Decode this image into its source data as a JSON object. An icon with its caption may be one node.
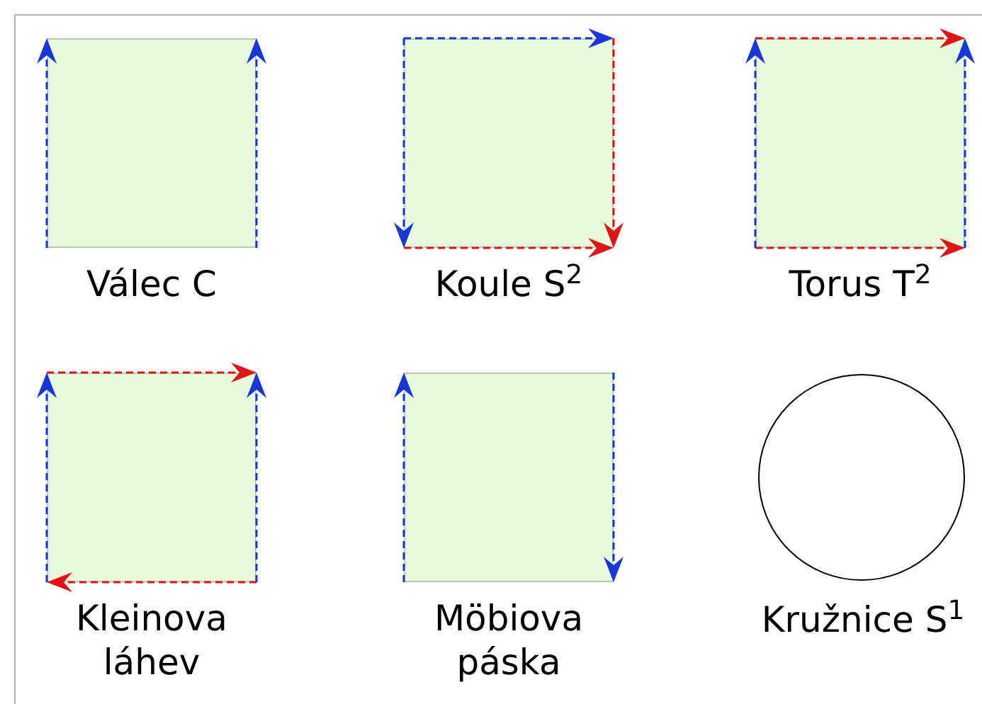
{
  "diagram": {
    "nodes": [
      {
        "text": [
          "Válec C"
        ]
      },
      {
        "text": [
          "Koule S$^{2}$"
        ]
      },
      {
        "text": [
          "Torus T$^{2}$"
        ]
      },
      {
        "text": [
          "Kleinova láhev"
        ]
      },
      {
        "text": [
          "Möbiova páska"
        ]
      },
      {
        "text": [
          "Kružnice S$^{1}$"
        ]
      }
    ]
  }
}
